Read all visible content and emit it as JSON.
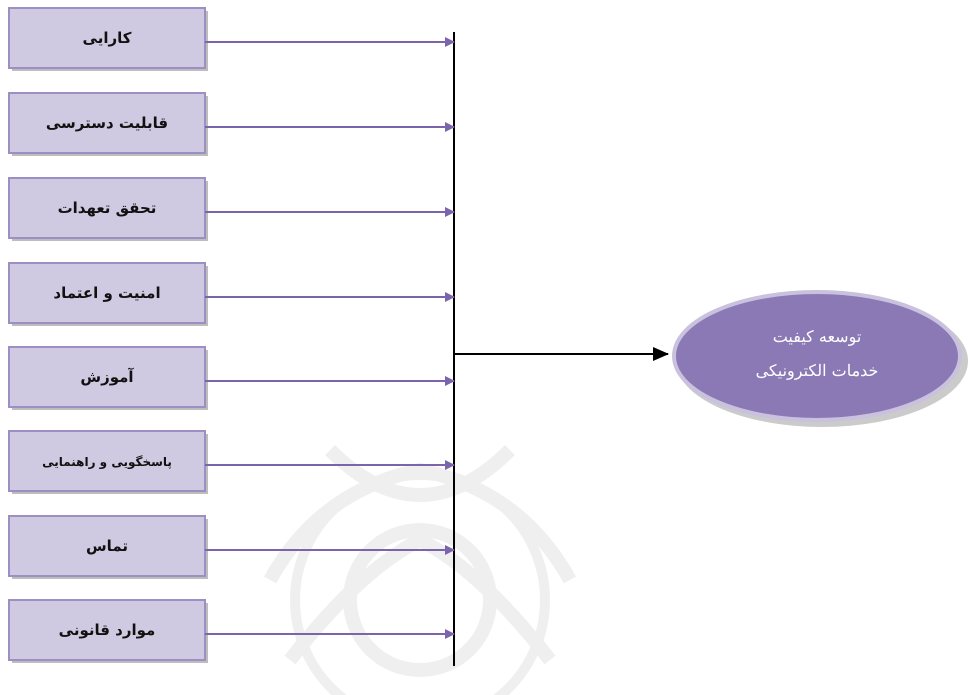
{
  "factors": [
    {
      "label": "کارایی"
    },
    {
      "label": "قابلیت دسترسی"
    },
    {
      "label": "تحقق تعهدات"
    },
    {
      "label": "امنیت و اعتماد"
    },
    {
      "label": "آموزش"
    },
    {
      "label": "پاسخگویی و راهنمایی"
    },
    {
      "label": "تماس"
    },
    {
      "label": "موارد قانونی"
    }
  ],
  "goal": {
    "line1": "توسعه کیفیت",
    "line2": "خدمات الکترونیکی"
  },
  "colors": {
    "box_fill": "#cfc9e1",
    "box_border": "#9d8fc4",
    "arrow": "#7b64ab",
    "main_line": "#000000",
    "goal_fill": "#8a79b5",
    "goal_border": "#c9c1dd",
    "watermark": "#e6e6e6"
  }
}
